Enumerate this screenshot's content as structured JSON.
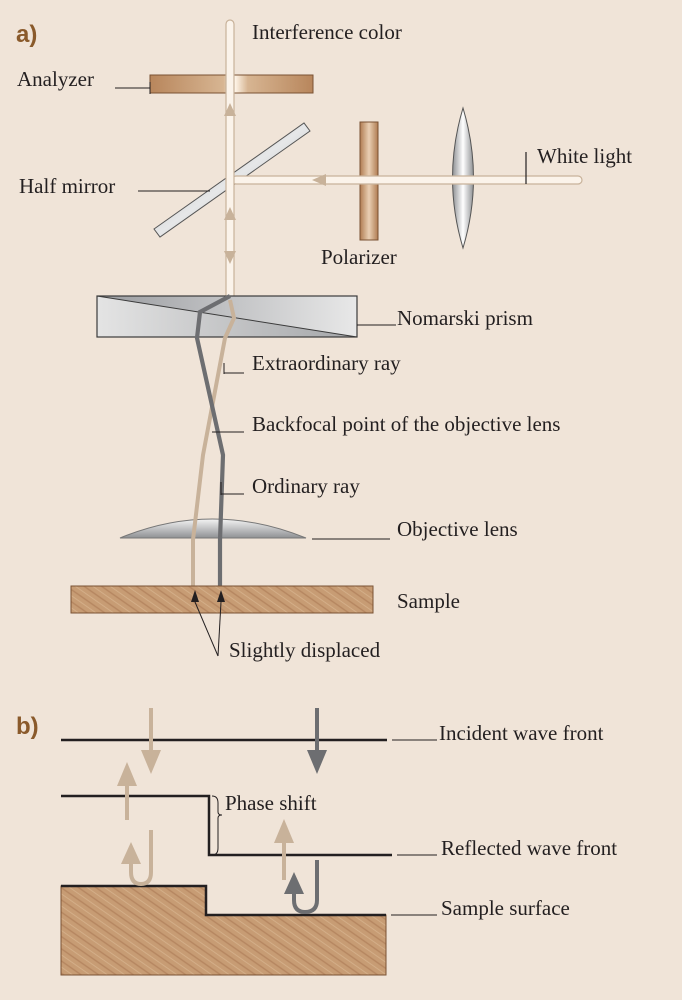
{
  "panel_a": {
    "tag": "a)",
    "labels": {
      "interference_color": "Interference color",
      "analyzer": "Analyzer",
      "half_mirror": "Half mirror",
      "white_light": "White light",
      "polarizer": "Polarizer",
      "nomarski_prism": "Nomarski prism",
      "extraordinary_ray": "Extraordinary ray",
      "backfocal_point": "Backfocal point of the objective lens",
      "ordinary_ray": "Ordinary ray",
      "objective_lens": "Objective lens",
      "sample": "Sample",
      "slightly_displaced": "Slightly displaced"
    }
  },
  "panel_b": {
    "tag": "b)",
    "labels": {
      "incident_wave_front": "Incident wave front",
      "phase_shift": "Phase shift",
      "reflected_wave_front": "Reflected wave front",
      "sample_surface": "Sample surface"
    }
  },
  "colors": {
    "background": "#f0e4d8",
    "panel_tag": "#8a5a2b",
    "light_ray": "#c8b29a",
    "dark_ray": "#6d6e71",
    "wood": "#b7865c",
    "line": "#231f20"
  }
}
